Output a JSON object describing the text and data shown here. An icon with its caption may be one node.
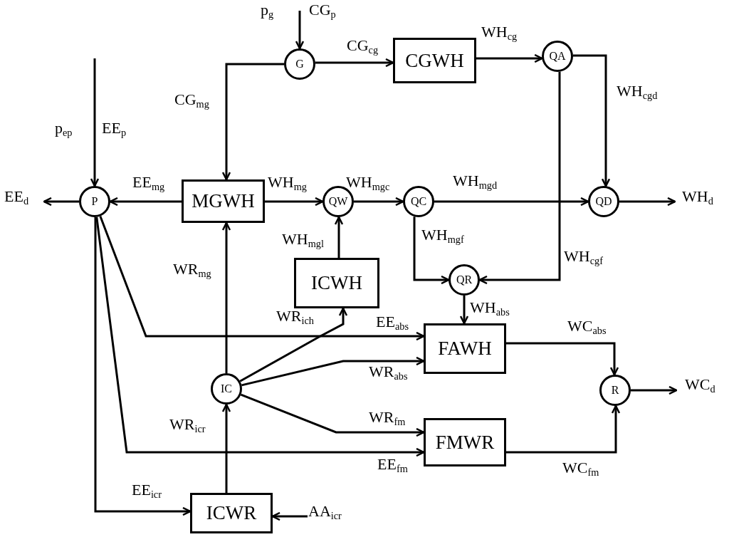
{
  "diagram": {
    "nodes": [
      {
        "text": [
          "G"
        ]
      },
      {
        "text": [
          "CGWH"
        ]
      },
      {
        "text": [
          "QA"
        ]
      },
      {
        "text": [
          "P"
        ]
      },
      {
        "text": [
          "MGWH"
        ]
      },
      {
        "text": [
          "QW"
        ]
      },
      {
        "text": [
          "QC"
        ]
      },
      {
        "text": [
          "QD"
        ]
      },
      {
        "text": [
          "ICWH"
        ]
      },
      {
        "text": [
          "QR"
        ]
      },
      {
        "text": [
          "FAWH"
        ]
      },
      {
        "text": [
          "IC"
        ]
      },
      {
        "text": [
          "R"
        ]
      },
      {
        "text": [
          "FMWR"
        ]
      },
      {
        "text": [
          "ICWR"
        ]
      }
    ],
    "edges": [
      {
        "from": null,
        "to": 0,
        "arrow": "to",
        "label": "CG$_{p}$"
      },
      {
        "from": 0,
        "to": 1,
        "arrow": "to",
        "label": "CG$_{cg}$"
      },
      {
        "from": 0,
        "to": 4,
        "arrow": "to",
        "label": "CG$_{mg}$"
      },
      {
        "from": null,
        "to": 3,
        "arrow": "to",
        "label": "EE$_{p}$"
      },
      {
        "from": 4,
        "to": 3,
        "arrow": "to",
        "label": "EE$_{mg}$"
      },
      {
        "from": 3,
        "to": null,
        "arrow": "to",
        "label": "EE$_{d}$"
      },
      {
        "from": 1,
        "to": 2,
        "arrow": "to",
        "label": "WH$_{cg}$"
      },
      {
        "from": 2,
        "to": 7,
        "arrow": "to",
        "label": "WH$_{cgd}$"
      },
      {
        "from": 4,
        "to": 5,
        "arrow": "to",
        "label": "WH$_{mg}$"
      },
      {
        "from": 5,
        "to": 6,
        "arrow": "to",
        "label": "WH$_{mgc}$"
      },
      {
        "from": 6,
        "to": 7,
        "arrow": "to",
        "label": "WH$_{mgd}$"
      },
      {
        "from": 7,
        "to": null,
        "arrow": "to",
        "label": "WH$_{d}$"
      },
      {
        "from": 8,
        "to": 5,
        "arrow": "to",
        "label": "WH$_{mgl}$"
      },
      {
        "from": 6,
        "to": 9,
        "arrow": "to",
        "label": "WH$_{mgf}$"
      },
      {
        "from": 2,
        "to": 9,
        "arrow": "to",
        "label": "WH$_{cgf}$"
      },
      {
        "from": 9,
        "to": 10,
        "arrow": "to",
        "label": "WH$_{abs}$"
      },
      {
        "from": 10,
        "to": 12,
        "arrow": "to",
        "label": "WC$_{abs}$"
      },
      {
        "from": 13,
        "to": 12,
        "arrow": "to",
        "label": "WC$_{fm}$"
      },
      {
        "from": 12,
        "to": null,
        "arrow": "to",
        "label": "WC$_{d}$"
      },
      {
        "from": 3,
        "to": 10,
        "arrow": "to",
        "label": "EE$_{abs}$"
      },
      {
        "from": 3,
        "to": 13,
        "arrow": "to",
        "label": "EE$_{fm}$"
      },
      {
        "from": 3,
        "to": 14,
        "arrow": "to",
        "label": "EE$_{icr}$"
      },
      {
        "from": null,
        "to": 14,
        "arrow": "to",
        "label": "AA$_{icr}$"
      },
      {
        "from": 11,
        "to": 4,
        "arrow": "to",
        "label": "WR$_{mg}$"
      },
      {
        "from": 11,
        "to": 8,
        "arrow": "to",
        "label": "WR$_{ich}$"
      },
      {
        "from": 11,
        "to": 10,
        "arrow": "to",
        "label": "WR$_{abs}$"
      },
      {
        "from": 11,
        "to": 13,
        "arrow": "to",
        "label": "WR$_{fm}$"
      },
      {
        "from": 14,
        "to": 11,
        "arrow": "to",
        "label": "WR$_{icr}$"
      }
    ],
    "labels": [
      "p$_{g}$",
      "p$_{ep}$"
    ]
  }
}
